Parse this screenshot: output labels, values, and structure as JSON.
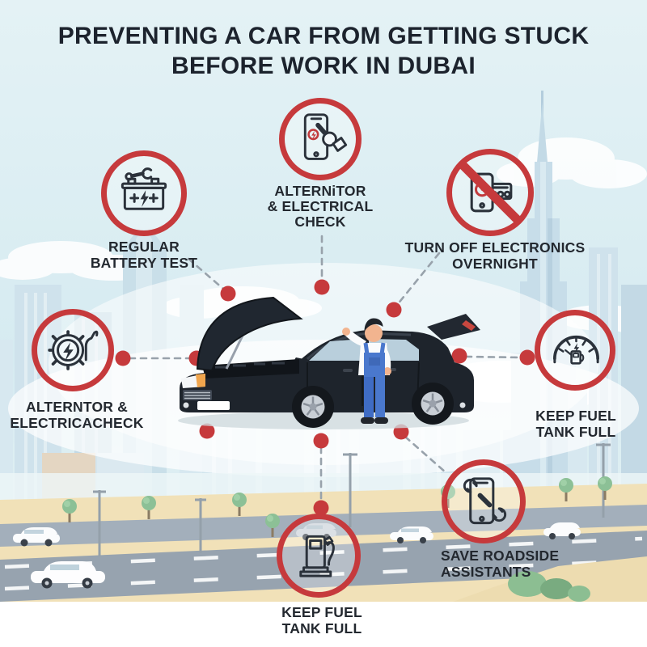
{
  "title": {
    "line1": "PREVENTING A CAR FROM GETTING STUCK",
    "line2": "BEFORE WORK IN DUBAI"
  },
  "colors": {
    "accent_red": "#c63a3c",
    "text_dark": "#1c232d",
    "sky_blue": "#dceef2",
    "connector_gray": "#98a2ab"
  },
  "tips": [
    {
      "id": "regular-battery-test",
      "icon": "car-battery-wrench-icon",
      "lines": [
        "REGULAR",
        "BATTERY TEST"
      ]
    },
    {
      "id": "alternator-electrical-check-top",
      "icon": "phone-tap-icon",
      "lines": [
        "ALTERNiTOR",
        "& ELECTRICAL",
        "CHECK"
      ]
    },
    {
      "id": "turn-off-electronics-overnight",
      "icon": "no-electronics-icon",
      "lines": [
        "TURN OFF ELECTRONICS",
        "OVERNIGHT"
      ]
    },
    {
      "id": "alternator-electrical-check-left",
      "icon": "alternator-icon",
      "lines": [
        "ALTERNTOR &",
        "ELECTRICACHECK"
      ]
    },
    {
      "id": "keep-fuel-tank-full-right",
      "icon": "fuel-gauge-icon",
      "lines": [
        "KEEP FUEL",
        "TANK FULL"
      ]
    },
    {
      "id": "keep-fuel-tank-full-bottom",
      "icon": "fuel-pump-icon",
      "lines": [
        "KEEP FUEL",
        "TANK FULL"
      ]
    },
    {
      "id": "save-roadside-assistants",
      "icon": "phone-wrench-icon",
      "lines": [
        "SAVE ROADSIDE",
        "ASSISTANTS"
      ]
    }
  ]
}
